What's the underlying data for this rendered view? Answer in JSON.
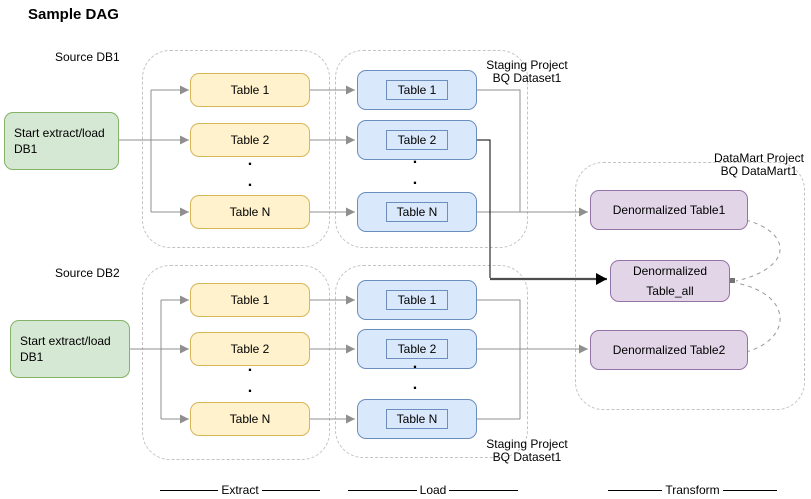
{
  "title": "Sample DAG",
  "colors": {
    "green_fill": "#d5e8d4",
    "green_border": "#82b366",
    "yellow_fill": "#fff2cc",
    "yellow_border": "#d6b656",
    "blue_fill": "#dae8fc",
    "blue_border": "#6c8ebf",
    "purple_fill": "#e1d5e7",
    "purple_border": "#9673a6",
    "connector_gray": "#8f8f8f",
    "connector_black": "#000000",
    "container_dash": "#c3c3c3"
  },
  "pipelines": [
    {
      "source_label": "Source DB1",
      "start_node_label": "Start extract/load\nDB1",
      "extract_tables": [
        "Table 1",
        "Table 2",
        "Table N"
      ],
      "load_tables": [
        "Table 1",
        "Table 2",
        "Table N"
      ],
      "staging_label": "Staging Project\nBQ Dataset1"
    },
    {
      "source_label": "Source DB2",
      "start_node_label": "Start extract/load\nDB1",
      "extract_tables": [
        "Table 1",
        "Table 2",
        "Table N"
      ],
      "load_tables": [
        "Table 1",
        "Table 2",
        "Table N"
      ],
      "staging_label": "Staging Project\nBQ Dataset1"
    }
  ],
  "datamart": {
    "label": "DataMart Project\nBQ DataMart1",
    "table1": "Denormalized Table1",
    "table_all": "Denormalized\nTable_all",
    "table2": "Denormalized Table2"
  },
  "stage_labels": {
    "extract": "Extract",
    "load": "Load",
    "transform": "Transform"
  },
  "misc": {
    "dot": "."
  }
}
